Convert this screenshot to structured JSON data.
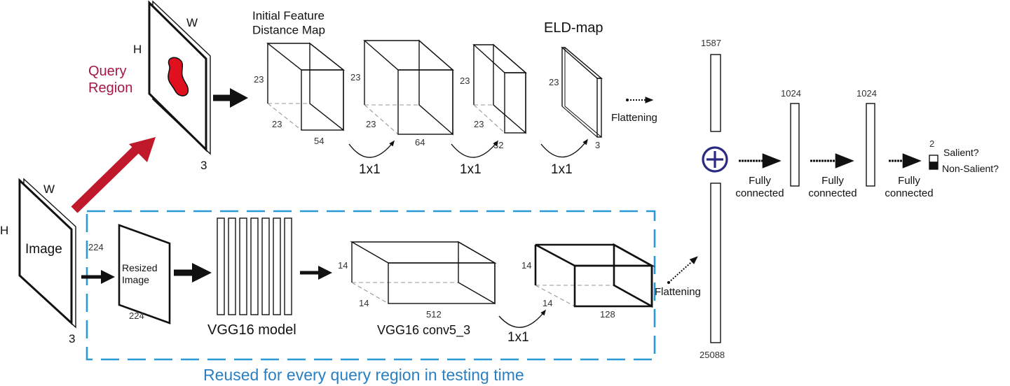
{
  "labels": {
    "query_region": "Query\nRegion",
    "image": "Image",
    "resized_image": "Resized\nImage",
    "vgg16_model": "VGG16 model",
    "vgg16_conv": "VGG16 conv5_3",
    "initial_map": "Initial Feature\nDistance Map",
    "eld_map": "ELD-map",
    "flattening_top": "Flattening",
    "flattening_bottom": "Flattening",
    "conv_1x1_a": "1x1",
    "conv_1x1_b": "1x1",
    "conv_1x1_c": "1x1",
    "conv_1x1_d": "1x1",
    "fc1": "Fully\nconnected",
    "fc2": "Fully\nconnected",
    "fc3": "Fully\nconnected",
    "salient": "Salient?",
    "non_salient": "Non-Salient?",
    "reused_caption": "Reused for every query region in testing time"
  },
  "dims": {
    "query_h": "H",
    "query_w": "W",
    "query_c": "3",
    "image_h": "H",
    "image_w": "W",
    "image_c": "3",
    "resized_h": "224",
    "resized_w": "224",
    "ifdm_h": "23",
    "ifdm_d": "23",
    "ifdm_w": "54",
    "c64_h": "23",
    "c64_d": "23",
    "c64_w": "64",
    "c32_h": "23",
    "c32_d": "23",
    "c32_w": "32",
    "eld_h": "23",
    "eld_w": "3",
    "conv5_h": "14",
    "conv5_d": "14",
    "conv5_w": "512",
    "c128_h": "14",
    "c128_d": "14",
    "c128_w": "128",
    "concat_top": "1587",
    "concat_bottom": "25088",
    "fc1_size": "1024",
    "fc2_size": "1024",
    "out_size": "2"
  },
  "colors": {
    "query_arrow": "#c0192b",
    "query_text": "#a3184a",
    "region_fill": "#e0101e",
    "dashed_box": "#2a9ad6",
    "caption": "#2a7fc0",
    "concat": "#2b2a7e"
  },
  "icons": {
    "concat": "circle-plus-icon"
  }
}
